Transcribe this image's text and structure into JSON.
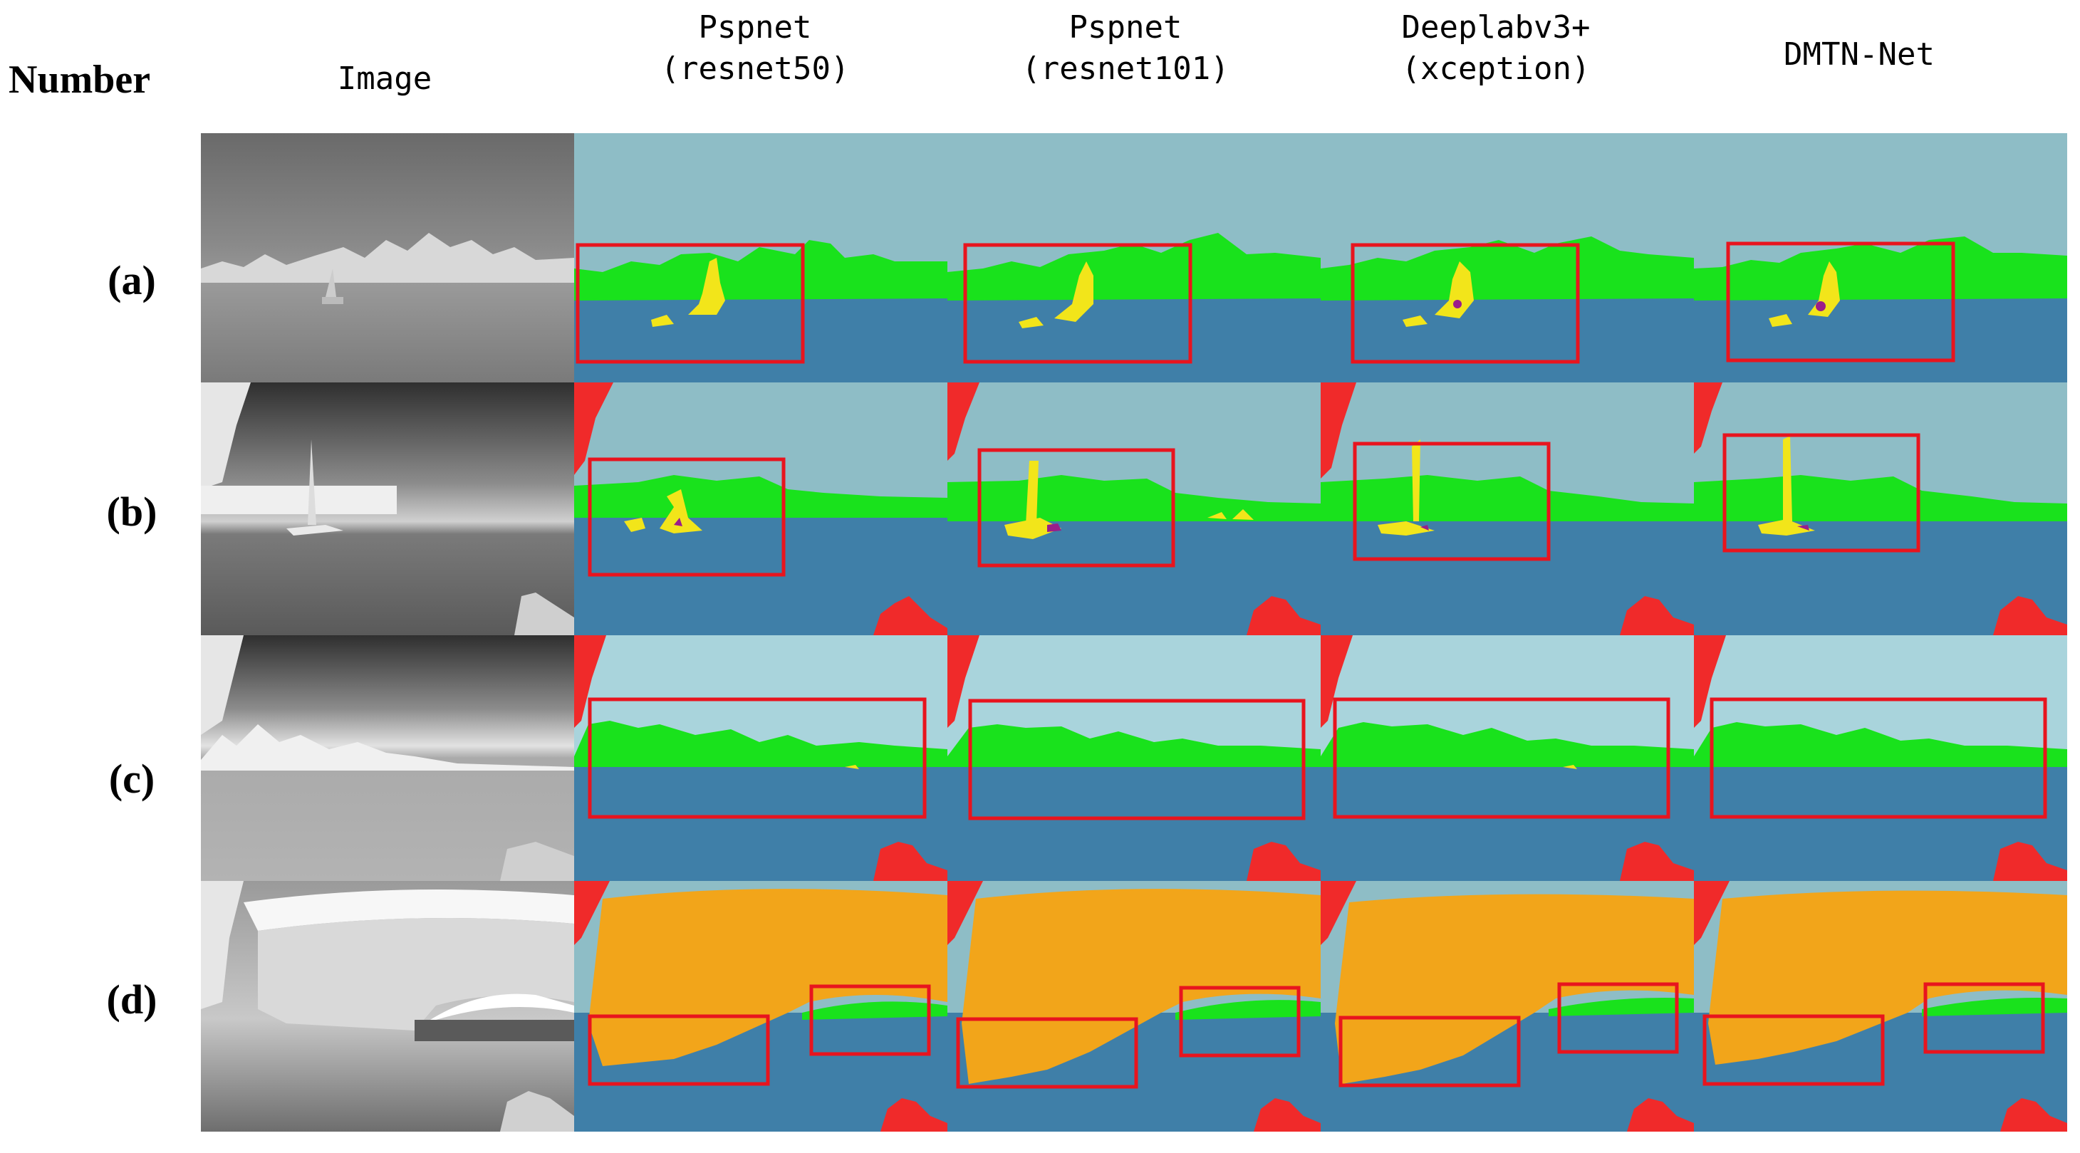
{
  "figure": {
    "number_header": "Number",
    "columns": [
      {
        "id": "image",
        "label": "Image"
      },
      {
        "id": "pspnet50",
        "label": "Pspnet\n(resnet50)"
      },
      {
        "id": "pspnet101",
        "label": "Pspnet\n(resnet101)"
      },
      {
        "id": "deeplab",
        "label": "Deeplabv3+\n(xception)"
      },
      {
        "id": "dmtn",
        "label": "DMTN-Net"
      }
    ],
    "rows": [
      {
        "id": "a",
        "label": "(a)"
      },
      {
        "id": "b",
        "label": "(b)"
      },
      {
        "id": "c",
        "label": "(c)"
      },
      {
        "id": "d",
        "label": "(d)"
      }
    ],
    "class_colors": {
      "sky": "#8ebdc6",
      "water": "#3f7fa8",
      "land": "#19e21c",
      "ship": "#f2e51a",
      "bridge": "#f2a51a",
      "own_ship": "#f02a2a",
      "highlight_box": "#e8141e"
    }
  }
}
